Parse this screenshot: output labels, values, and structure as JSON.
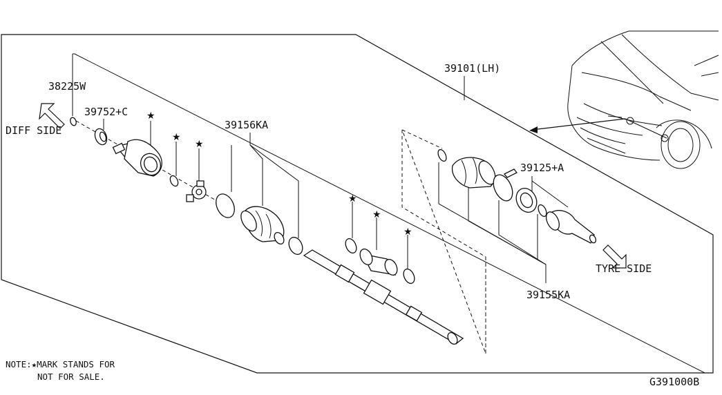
{
  "labels": {
    "part_38225": "38225W",
    "part_39752": "39752+C",
    "part_39156": "39156KA",
    "part_39101": "39101(LH)",
    "part_39125": "39125+A",
    "part_39155": "39155KA",
    "diff_side": "DIFF SIDE",
    "tyre_side": "TYRE SIDE",
    "note_line1": "NOTE:★MARK STANDS FOR",
    "note_line2": "NOT FOR SALE.",
    "figure_code": "G391000B"
  },
  "icons": [
    "diff-side-arrow-icon",
    "tyre-side-arrow-icon",
    "not-for-sale-star-icon",
    "vehicle-front-icon"
  ]
}
